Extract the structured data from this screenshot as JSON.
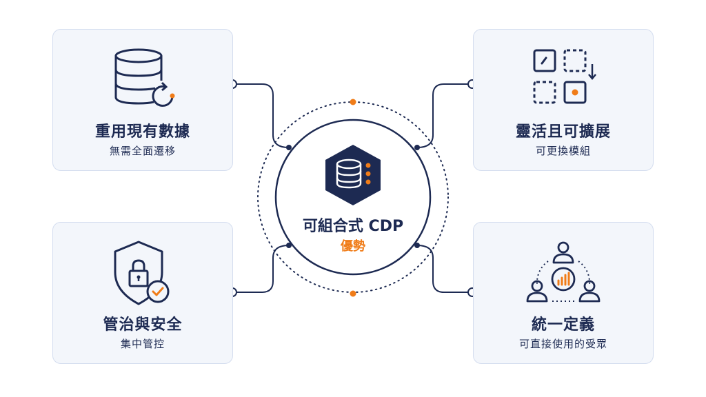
{
  "center": {
    "title": "可組合式 CDP",
    "subtitle": "優勢"
  },
  "cards": {
    "top_left": {
      "title": "重用現有數據",
      "subtitle": "無需全面遷移",
      "icon": "database-refresh-icon"
    },
    "top_right": {
      "title": "靈活且可擴展",
      "subtitle": "可更換模組",
      "icon": "modular-grid-icon"
    },
    "bottom_left": {
      "title": "管治與安全",
      "subtitle": "集中管控",
      "icon": "shield-lock-icon"
    },
    "bottom_right": {
      "title": "統一定義",
      "subtitle": "可直接使用的受眾",
      "icon": "audience-chart-icon"
    }
  },
  "colors": {
    "navy": "#1d2a52",
    "accent": "#f07c18",
    "card_bg": "#f3f6fb",
    "card_border": "#d4ddef"
  }
}
